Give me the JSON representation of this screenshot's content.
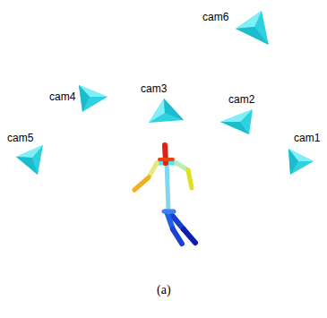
{
  "diagram": {
    "caption": "(a)",
    "labels": [
      "cam6",
      "cam4",
      "cam3",
      "cam2",
      "cam5",
      "cam1"
    ]
  }
}
